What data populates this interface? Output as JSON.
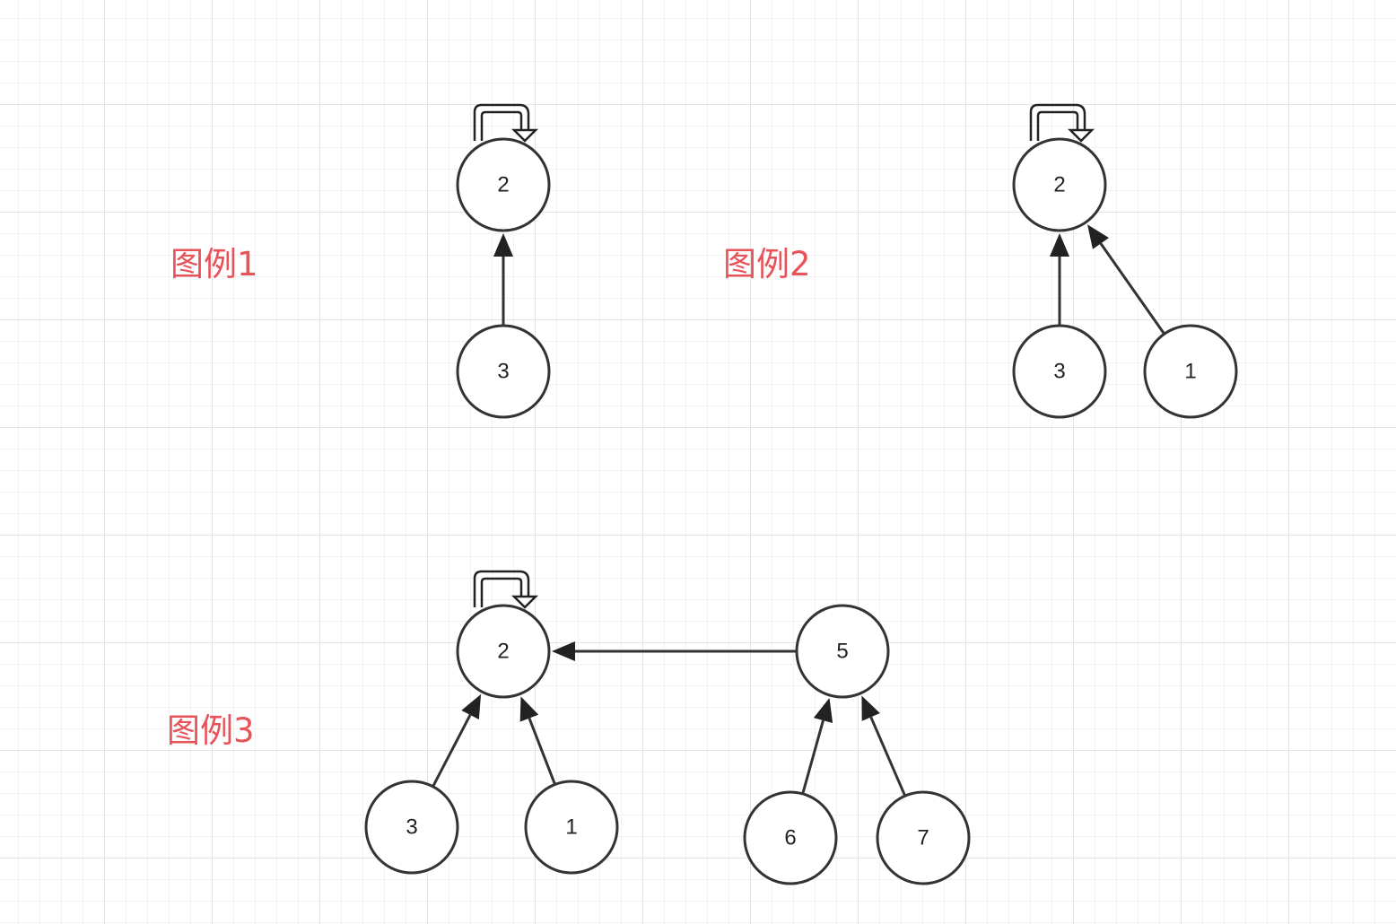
{
  "legend_color": "#e8535a",
  "node_stroke": "#333333",
  "panels": [
    {
      "label": "图例1",
      "root": "2",
      "nodes": [
        "2",
        "3"
      ],
      "edges": [
        {
          "from": "3",
          "to": "2"
        }
      ],
      "self_loop": "2"
    },
    {
      "label": "图例2",
      "root": "2",
      "nodes": [
        "2",
        "3",
        "1"
      ],
      "edges": [
        {
          "from": "3",
          "to": "2"
        },
        {
          "from": "1",
          "to": "2"
        }
      ],
      "self_loop": "2"
    },
    {
      "label": "图例3",
      "root": "2",
      "nodes": [
        "2",
        "5",
        "3",
        "1",
        "6",
        "7"
      ],
      "edges": [
        {
          "from": "5",
          "to": "2"
        },
        {
          "from": "3",
          "to": "2"
        },
        {
          "from": "1",
          "to": "2"
        },
        {
          "from": "6",
          "to": "5"
        },
        {
          "from": "7",
          "to": "5"
        }
      ],
      "self_loop": "2"
    }
  ]
}
